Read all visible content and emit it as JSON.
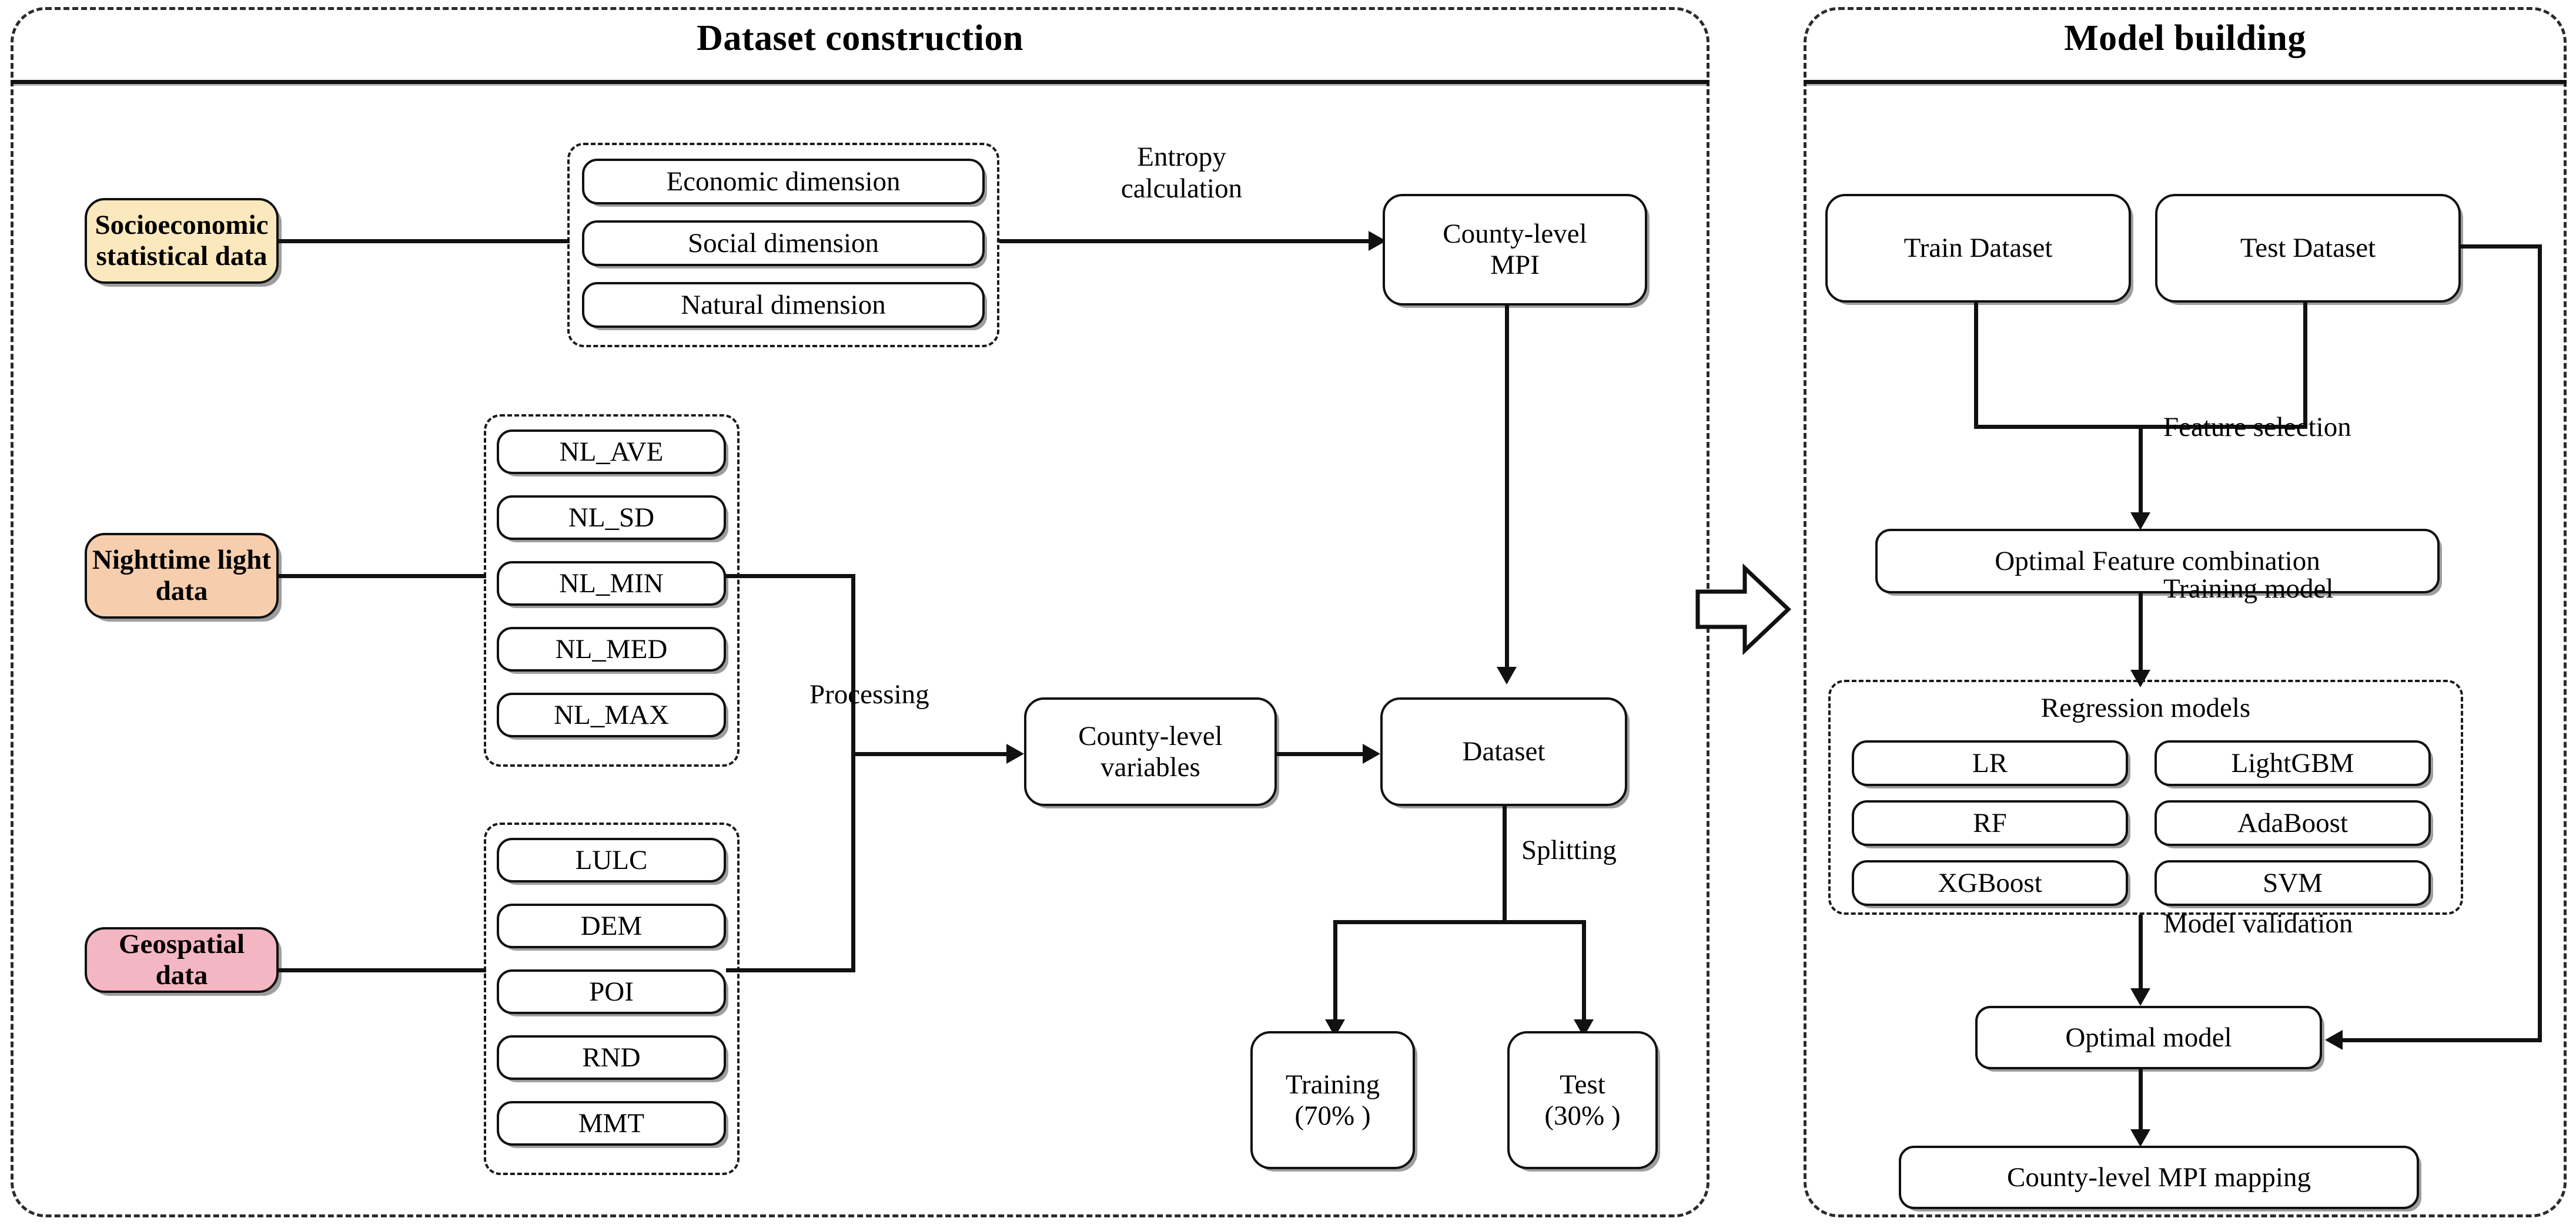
{
  "panels": {
    "left": {
      "title": "Dataset construction"
    },
    "right": {
      "title": "Model building"
    }
  },
  "sources": [
    {
      "id": "socioeconomic",
      "label": "Socioeconomic\nstatistical data",
      "color": "#FBE8BC"
    },
    {
      "id": "nightlight",
      "label": "Nighttime light\ndata",
      "color": "#F6CEAE"
    },
    {
      "id": "geospatial",
      "label": "Geospatial data",
      "color": "#F5B6C3"
    }
  ],
  "dimension_group": {
    "items": [
      "Economic dimension",
      "Social dimension",
      "Natural dimension"
    ]
  },
  "nightlight_group": {
    "items": [
      "NL_AVE",
      "NL_SD",
      "NL_MIN",
      "NL_MED",
      "NL_MAX"
    ]
  },
  "geospatial_group": {
    "items": [
      "LULC",
      "DEM",
      "POI",
      "RND",
      "MMT"
    ]
  },
  "left_nodes": {
    "county_mpi": "County-level\nMPI",
    "county_variables": "County-level\nvariables",
    "dataset": "Dataset",
    "training": "Training\n(70% )",
    "test": "Test\n(30% )"
  },
  "left_edge_labels": {
    "entropy": "Entropy\ncalculation",
    "processing": "Processing",
    "splitting": "Splitting"
  },
  "right_nodes": {
    "train_dataset": "Train Dataset",
    "test_dataset": "Test Dataset",
    "optimal_feature": "Optimal Feature combination",
    "regression_group_title": "Regression models",
    "regression_models": [
      "LR",
      "LightGBM",
      "RF",
      "AdaBoost",
      "XGBoost",
      "SVM"
    ],
    "optimal_model": "Optimal model",
    "mpi_mapping": "County-level MPI mapping"
  },
  "right_edge_labels": {
    "feature_selection": "Feature selection",
    "training_model": "Training model",
    "model_validation": "Model validation"
  },
  "icons": {
    "stage_arrow": "block-right-arrow-icon"
  },
  "colors": {
    "stroke": "#111111",
    "panel_border": "#2b2b2b",
    "cream": "#FBE8BC",
    "peach": "#F6CEAE",
    "pink": "#F5B6C3",
    "background": "#FFFFFF"
  }
}
